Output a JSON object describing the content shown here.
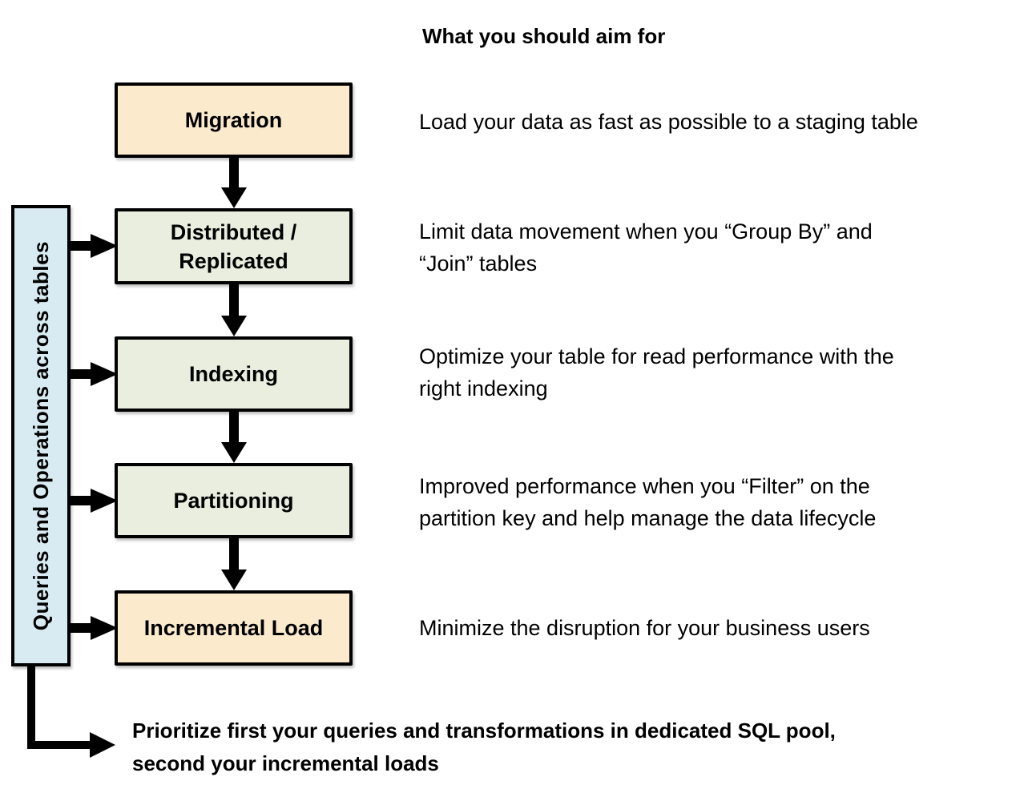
{
  "title": "What you should aim for",
  "side_label": "Queries and Operations across tables",
  "steps": [
    {
      "label": "Migration",
      "description": "Load your data as fast as possible to a staging table"
    },
    {
      "label": "Distributed /\nReplicated",
      "description": "Limit data movement when you “Group By” and\n“Join” tables"
    },
    {
      "label": "Indexing",
      "description": "Optimize your table for read performance with the\nright indexing"
    },
    {
      "label": "Partitioning",
      "description": "Improved performance when you “Filter” on the\npartition key and help manage the data lifecycle"
    },
    {
      "label": "Incremental Load",
      "description": "Minimize the disruption for your business users"
    }
  ],
  "footer_note": "Prioritize first your queries and transformations in dedicated SQL pool,\nsecond your incremental loads",
  "colors": {
    "milestone_fill": "#FBEACC",
    "step_fill": "#E9EEDE",
    "side_fill": "#D9EBF2",
    "outline": "#000000"
  }
}
